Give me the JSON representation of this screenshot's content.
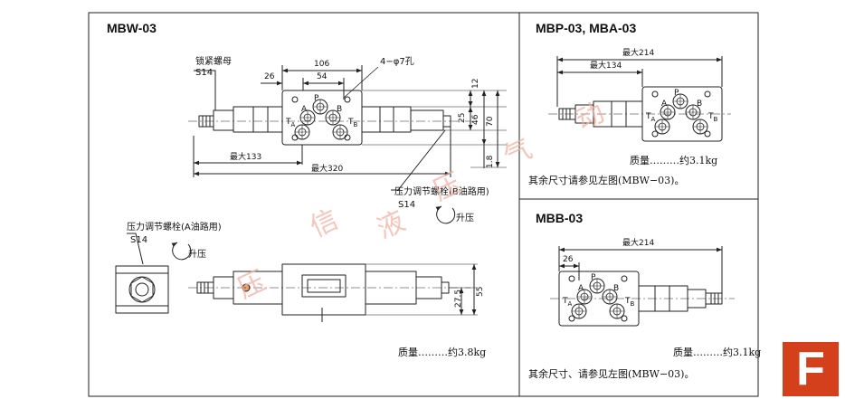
{
  "colors": {
    "line": "#222222",
    "watermark": "#f1b2a4",
    "badge": "#d3401b"
  },
  "mbw": {
    "title": "MBW-03",
    "locknut_label": "锁紧螺母",
    "locknut_size": "S14",
    "holes_label": "4−φ7孔",
    "dims": {
      "d106": "106",
      "d54": "54",
      "d26": "26",
      "d12": "12",
      "d25": "25",
      "d46": "46",
      "d70": "70",
      "d18": "1.8",
      "max133": "最大133",
      "max320": "最大320",
      "d275": "27.5",
      "d55": "55"
    },
    "port_p": "P",
    "port_a": "A",
    "port_b": "B",
    "port_ta": "T",
    "port_ta_sub": "A",
    "port_tb": "T",
    "port_tb_sub": "B",
    "b_screw_label": "压力调节螺栓(B油路用)",
    "b_screw_size": "S14",
    "a_screw_label": "压力调节螺栓(A油路用)",
    "a_screw_size": "S14",
    "raise1": "升压",
    "raise2": "升压",
    "mass": "质量………约3.8kg"
  },
  "mbp": {
    "title": "MBP-03, MBA-03",
    "max214": "最大214",
    "max134": "最大134",
    "port_p": "P",
    "port_a": "A",
    "port_b": "B",
    "port_ta": "T",
    "port_ta_sub": "A",
    "port_tb": "T",
    "port_tb_sub": "B",
    "mass": "质量………约3.1kg",
    "note": "其余尺寸请参见左图(MBW−03)。"
  },
  "mbb": {
    "title": "MBB-03",
    "max214": "最大214",
    "d26": "26",
    "port_p": "P",
    "port_a": "A",
    "port_b": "B",
    "port_ta": "T",
    "port_ta_sub": "A",
    "port_tb": "T",
    "port_tb_sub": "B",
    "mass": "质量………约3.1kg",
    "note": "其余尺寸、请参见左图(MBW−03)。"
  },
  "watermark": [
    "压",
    "信",
    "液",
    "压",
    "气",
    "动"
  ],
  "badge": "F"
}
